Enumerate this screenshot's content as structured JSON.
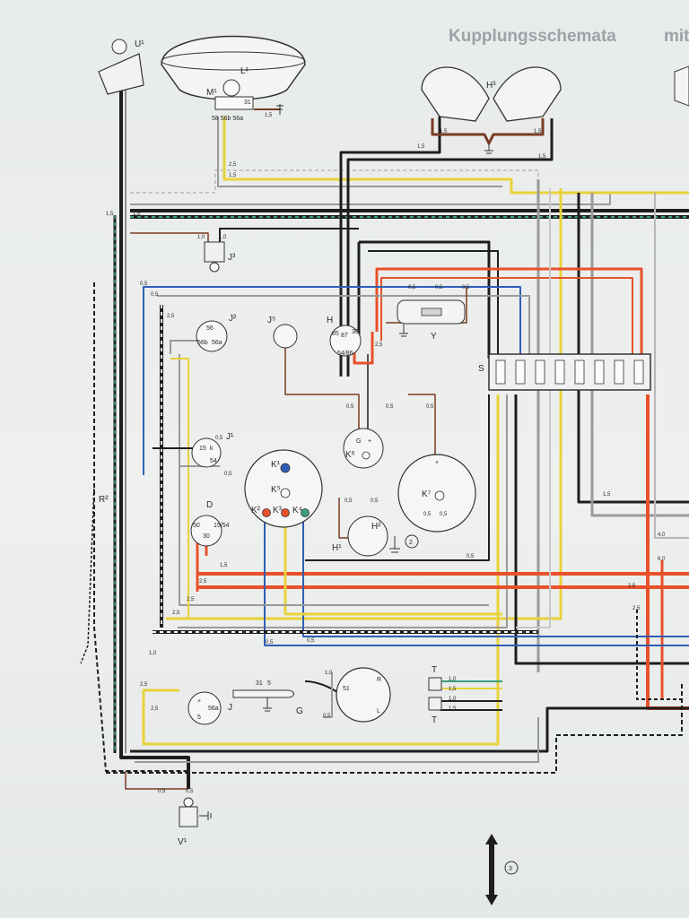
{
  "diagram": {
    "header": {
      "title": "Kupplungsschemata",
      "title_suffix": "mit"
    },
    "components": [
      {
        "id": "U1",
        "label": "U¹"
      },
      {
        "id": "L1",
        "label": "L¹"
      },
      {
        "id": "M1",
        "label": "M¹"
      },
      {
        "id": "H3",
        "label": "H³"
      },
      {
        "id": "J3",
        "label": "J³"
      },
      {
        "id": "J2",
        "label": "J²"
      },
      {
        "id": "J5",
        "label": "J⁵"
      },
      {
        "id": "H",
        "label": "H"
      },
      {
        "id": "Y",
        "label": "Y"
      },
      {
        "id": "S",
        "label": "S"
      },
      {
        "id": "J1",
        "label": "J¹"
      },
      {
        "id": "K1",
        "label": "K¹"
      },
      {
        "id": "K5",
        "label": "K⁵"
      },
      {
        "id": "K2",
        "label": "K²"
      },
      {
        "id": "K3",
        "label": "K³"
      },
      {
        "id": "K4",
        "label": "K⁴"
      },
      {
        "id": "K6",
        "label": "K⁶"
      },
      {
        "id": "K7",
        "label": "K⁷"
      },
      {
        "id": "D",
        "label": "D"
      },
      {
        "id": "H1",
        "label": "H¹"
      },
      {
        "id": "H2",
        "label": "H²"
      },
      {
        "id": "R2",
        "label": "R²"
      },
      {
        "id": "J",
        "label": "J"
      },
      {
        "id": "G",
        "label": "G"
      },
      {
        "id": "T_top",
        "label": "T"
      },
      {
        "id": "T_bottom",
        "label": "T"
      },
      {
        "id": "V1",
        "label": "V¹"
      }
    ],
    "terminals": {
      "L1_terms": "58 56b 56a",
      "L1_31": "31",
      "J2_56": "56",
      "J2_56b": "56b",
      "J2_56a": "56a",
      "H_85": "85",
      "H_87": "87",
      "H_30": "30",
      "H_5486": "54/86",
      "J1_15": "15",
      "J1_k": "k",
      "J1_54": "54",
      "D_50": "50",
      "D_30": "30",
      "D_1554": "15/54",
      "J_plus": "+",
      "J_56a": "56a",
      "J_5": "5",
      "G_31": "31",
      "G_5": "5",
      "G_51": "51",
      "G_R": "R",
      "G_L": "L",
      "K6_G": "G",
      "K6_plus": "+",
      "K7_plus": "+"
    },
    "wire_gauges": {
      "g_15": "1,5",
      "g_10": "1,0",
      "g_05": "0,5",
      "g_25": "2,5",
      "g_40": "4,0",
      "g_60": "6,0"
    },
    "markers": {
      "ref_2": "2",
      "ref_3": "3"
    },
    "wire_colors": {
      "black": "#1e1e1e",
      "gray": "#9a9a9a",
      "yellow": "#e8d23a",
      "red": "#e8512a",
      "blue": "#2f5fb5",
      "brown": "#7a3b24",
      "green": "#3aa07a",
      "white": "#f4f4f4"
    }
  }
}
